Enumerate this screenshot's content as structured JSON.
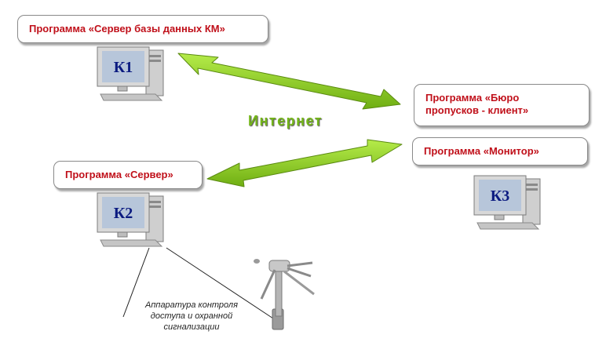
{
  "boxes": {
    "db_server_km": "Программа «Сервер базы данных КМ»",
    "buro_client": "Программа «Бюро пропусков - клиент»",
    "monitor": "Программа «Монитор»",
    "server": "Программа «Сервер»"
  },
  "computers": {
    "k1": "К1",
    "k2": "К2",
    "k3": "К3"
  },
  "network_label": "Интернет",
  "equipment_caption": "Аппаратура контроля доступа и охранной сигнализации",
  "colors": {
    "box_text": "#c0101a",
    "arrow_fill": "#8cd11e",
    "network_label": "#74b51a",
    "computer_label": "#0a1a80"
  }
}
